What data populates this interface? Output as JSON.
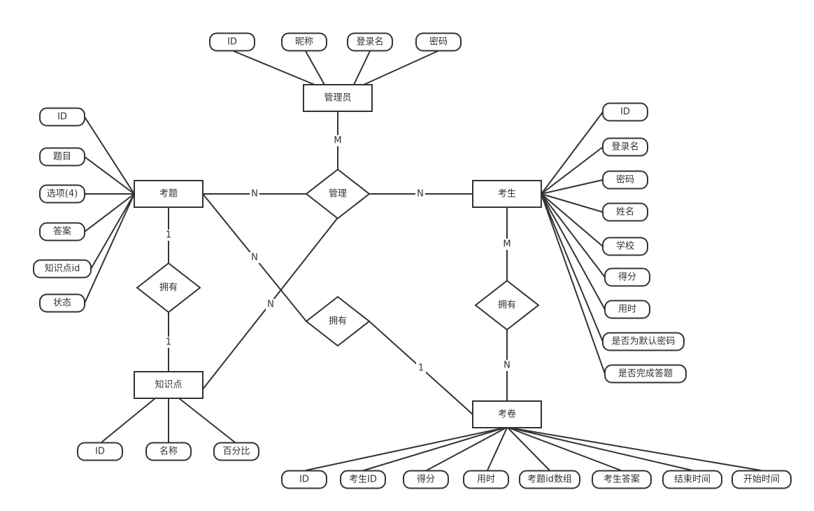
{
  "diagram": {
    "type": "er-diagram",
    "colors": {
      "stroke": "#333333",
      "text": "#333333",
      "background": "#ffffff"
    },
    "entities": [
      {
        "id": "admin",
        "label": "管理员"
      },
      {
        "id": "question",
        "label": "考题"
      },
      {
        "id": "student",
        "label": "考生"
      },
      {
        "id": "knowledge",
        "label": "知识点"
      },
      {
        "id": "paper",
        "label": "考卷"
      }
    ],
    "relationships": [
      {
        "id": "manage",
        "label": "管理"
      },
      {
        "id": "has_qk",
        "label": "拥有"
      },
      {
        "id": "has_qp",
        "label": "拥有"
      },
      {
        "id": "has_sp",
        "label": "拥有"
      }
    ],
    "attributes": [
      {
        "id": "admin_id",
        "entity": "admin",
        "label": "ID"
      },
      {
        "id": "admin_nick",
        "entity": "admin",
        "label": "昵称"
      },
      {
        "id": "admin_login",
        "entity": "admin",
        "label": "登录名"
      },
      {
        "id": "admin_pwd",
        "entity": "admin",
        "label": "密码"
      },
      {
        "id": "q_id",
        "entity": "question",
        "label": "ID"
      },
      {
        "id": "q_title",
        "entity": "question",
        "label": "题目"
      },
      {
        "id": "q_options",
        "entity": "question",
        "label": "选项(4)"
      },
      {
        "id": "q_answer",
        "entity": "question",
        "label": "答案"
      },
      {
        "id": "q_kid",
        "entity": "question",
        "label": "知识点id"
      },
      {
        "id": "q_status",
        "entity": "question",
        "label": "状态"
      },
      {
        "id": "s_id",
        "entity": "student",
        "label": "ID"
      },
      {
        "id": "s_login",
        "entity": "student",
        "label": "登录名"
      },
      {
        "id": "s_pwd",
        "entity": "student",
        "label": "密码"
      },
      {
        "id": "s_name",
        "entity": "student",
        "label": "姓名"
      },
      {
        "id": "s_school",
        "entity": "student",
        "label": "学校"
      },
      {
        "id": "s_score",
        "entity": "student",
        "label": "得分"
      },
      {
        "id": "s_time",
        "entity": "student",
        "label": "用时"
      },
      {
        "id": "s_defpwd",
        "entity": "student",
        "label": "是否为默认密码"
      },
      {
        "id": "s_done",
        "entity": "student",
        "label": "是否完成答题"
      },
      {
        "id": "k_id",
        "entity": "knowledge",
        "label": "ID"
      },
      {
        "id": "k_name",
        "entity": "knowledge",
        "label": "名称"
      },
      {
        "id": "k_pct",
        "entity": "knowledge",
        "label": "百分比"
      },
      {
        "id": "p_id",
        "entity": "paper",
        "label": "ID"
      },
      {
        "id": "p_sid",
        "entity": "paper",
        "label": "考生ID"
      },
      {
        "id": "p_score",
        "entity": "paper",
        "label": "得分"
      },
      {
        "id": "p_time",
        "entity": "paper",
        "label": "用时"
      },
      {
        "id": "p_qids",
        "entity": "paper",
        "label": "考题id数组"
      },
      {
        "id": "p_answers",
        "entity": "paper",
        "label": "考生答案"
      },
      {
        "id": "p_end",
        "entity": "paper",
        "label": "结束时间"
      },
      {
        "id": "p_start",
        "entity": "paper",
        "label": "开始时间"
      }
    ],
    "connections": [
      {
        "from": "admin",
        "to": "manage",
        "cardinality": "M"
      },
      {
        "from": "question",
        "to": "manage",
        "cardinality": "N"
      },
      {
        "from": "student",
        "to": "manage",
        "cardinality": "N"
      },
      {
        "from": "knowledge",
        "to": "manage",
        "cardinality": "N"
      },
      {
        "from": "question",
        "to": "has_qk",
        "cardinality": "1"
      },
      {
        "from": "knowledge",
        "to": "has_qk",
        "cardinality": "1"
      },
      {
        "from": "question",
        "to": "has_qp",
        "cardinality": "N"
      },
      {
        "from": "paper",
        "to": "has_qp",
        "cardinality": "1"
      },
      {
        "from": "student",
        "to": "has_sp",
        "cardinality": "M"
      },
      {
        "from": "paper",
        "to": "has_sp",
        "cardinality": "N"
      }
    ]
  }
}
